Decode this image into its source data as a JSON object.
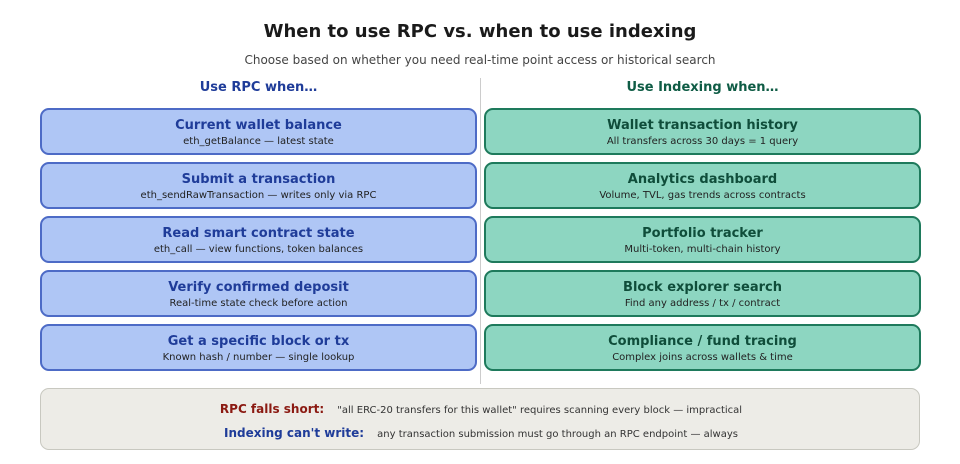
{
  "header": {
    "title": "When to use RPC vs. when to use indexing",
    "subtitle": "Choose based on whether you need real-time point access or historical search"
  },
  "rpc": {
    "heading": "Use RPC when…",
    "color": "#1f3c99",
    "fill": "#afc6f5",
    "border": "#4d6bc6",
    "cards": [
      {
        "title": "Current wallet balance",
        "sub": "eth_getBalance — latest state"
      },
      {
        "title": "Submit a transaction",
        "sub": "eth_sendRawTransaction — writes only via RPC"
      },
      {
        "title": "Read smart contract state",
        "sub": "eth_call — view functions, token balances"
      },
      {
        "title": "Verify confirmed deposit",
        "sub": "Real-time state check before action"
      },
      {
        "title": "Get a specific block or tx",
        "sub": "Known hash / number — single lookup"
      }
    ]
  },
  "indexing": {
    "heading": "Use Indexing when…",
    "color": "#0f5c45",
    "fill": "#8dd6c1",
    "border": "#1e7a5c",
    "cards": [
      {
        "title": "Wallet transaction history",
        "sub": "All transfers across 30 days = 1 query"
      },
      {
        "title": "Analytics dashboard",
        "sub": "Volume, TVL, gas trends across contracts"
      },
      {
        "title": "Portfolio tracker",
        "sub": "Multi-token, multi-chain history"
      },
      {
        "title": "Block explorer search",
        "sub": "Find any address / tx / contract"
      },
      {
        "title": "Compliance / fund tracing",
        "sub": "Complex joins across wallets & time"
      }
    ]
  },
  "footer": {
    "rows": [
      {
        "label": "RPC falls short:",
        "text": "\"all ERC-20 transfers for this wallet\" requires scanning every block — impractical",
        "color": "#8b1a12"
      },
      {
        "label": "Indexing can't write:",
        "text": "any transaction submission must go through an RPC endpoint — always",
        "color": "#1f3c99"
      }
    ]
  }
}
